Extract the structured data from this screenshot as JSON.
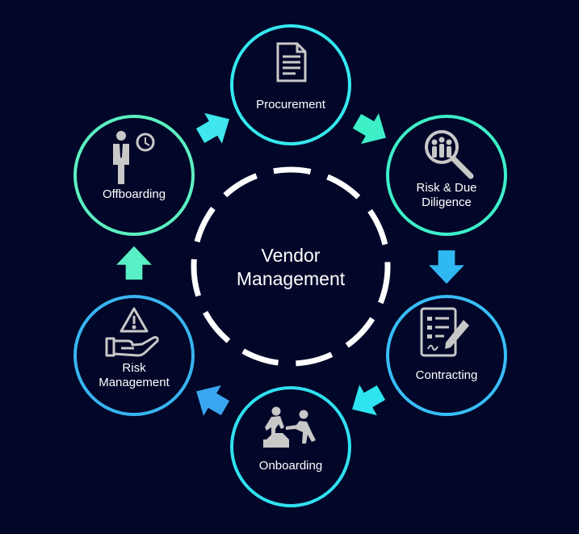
{
  "center": {
    "title_line1": "Vendor",
    "title_line2": "Management"
  },
  "stages": [
    {
      "label": "Procurement",
      "icon": "document-icon",
      "color": "#34e8f0"
    },
    {
      "label_line1": "Risk & Due",
      "label_line2": "Diligence",
      "icon": "magnifier-people-icon",
      "color": "#3df0c8"
    },
    {
      "label": "Contracting",
      "icon": "contract-signing-icon",
      "color": "#38bdf8"
    },
    {
      "label": "Onboarding",
      "icon": "helping-hand-climb-icon",
      "color": "#30e0f0"
    },
    {
      "label_line1": "Risk",
      "label_line2": "Management",
      "icon": "hand-warning-icon",
      "color": "#38b4f0"
    },
    {
      "label": "Offboarding",
      "icon": "businessman-clock-icon",
      "color": "#5cf0c0"
    }
  ],
  "colors": {
    "background": "#020628",
    "icon_gray": "#c8c8c8",
    "dashed_ring": "#ffffff"
  }
}
